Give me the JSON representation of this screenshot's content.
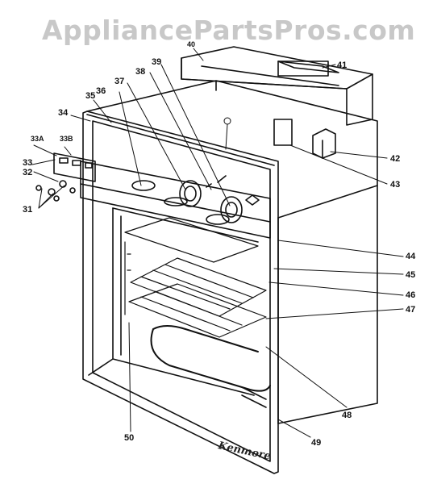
{
  "watermark": "AppliancePartsPros.com",
  "signature": "Kenmore",
  "callouts": [
    "31",
    "32",
    "33",
    "33A",
    "33B",
    "34",
    "35",
    "36",
    "37",
    "38",
    "39",
    "40",
    "41",
    "42",
    "43",
    "44",
    "45",
    "46",
    "47",
    "48",
    "49",
    "50"
  ]
}
